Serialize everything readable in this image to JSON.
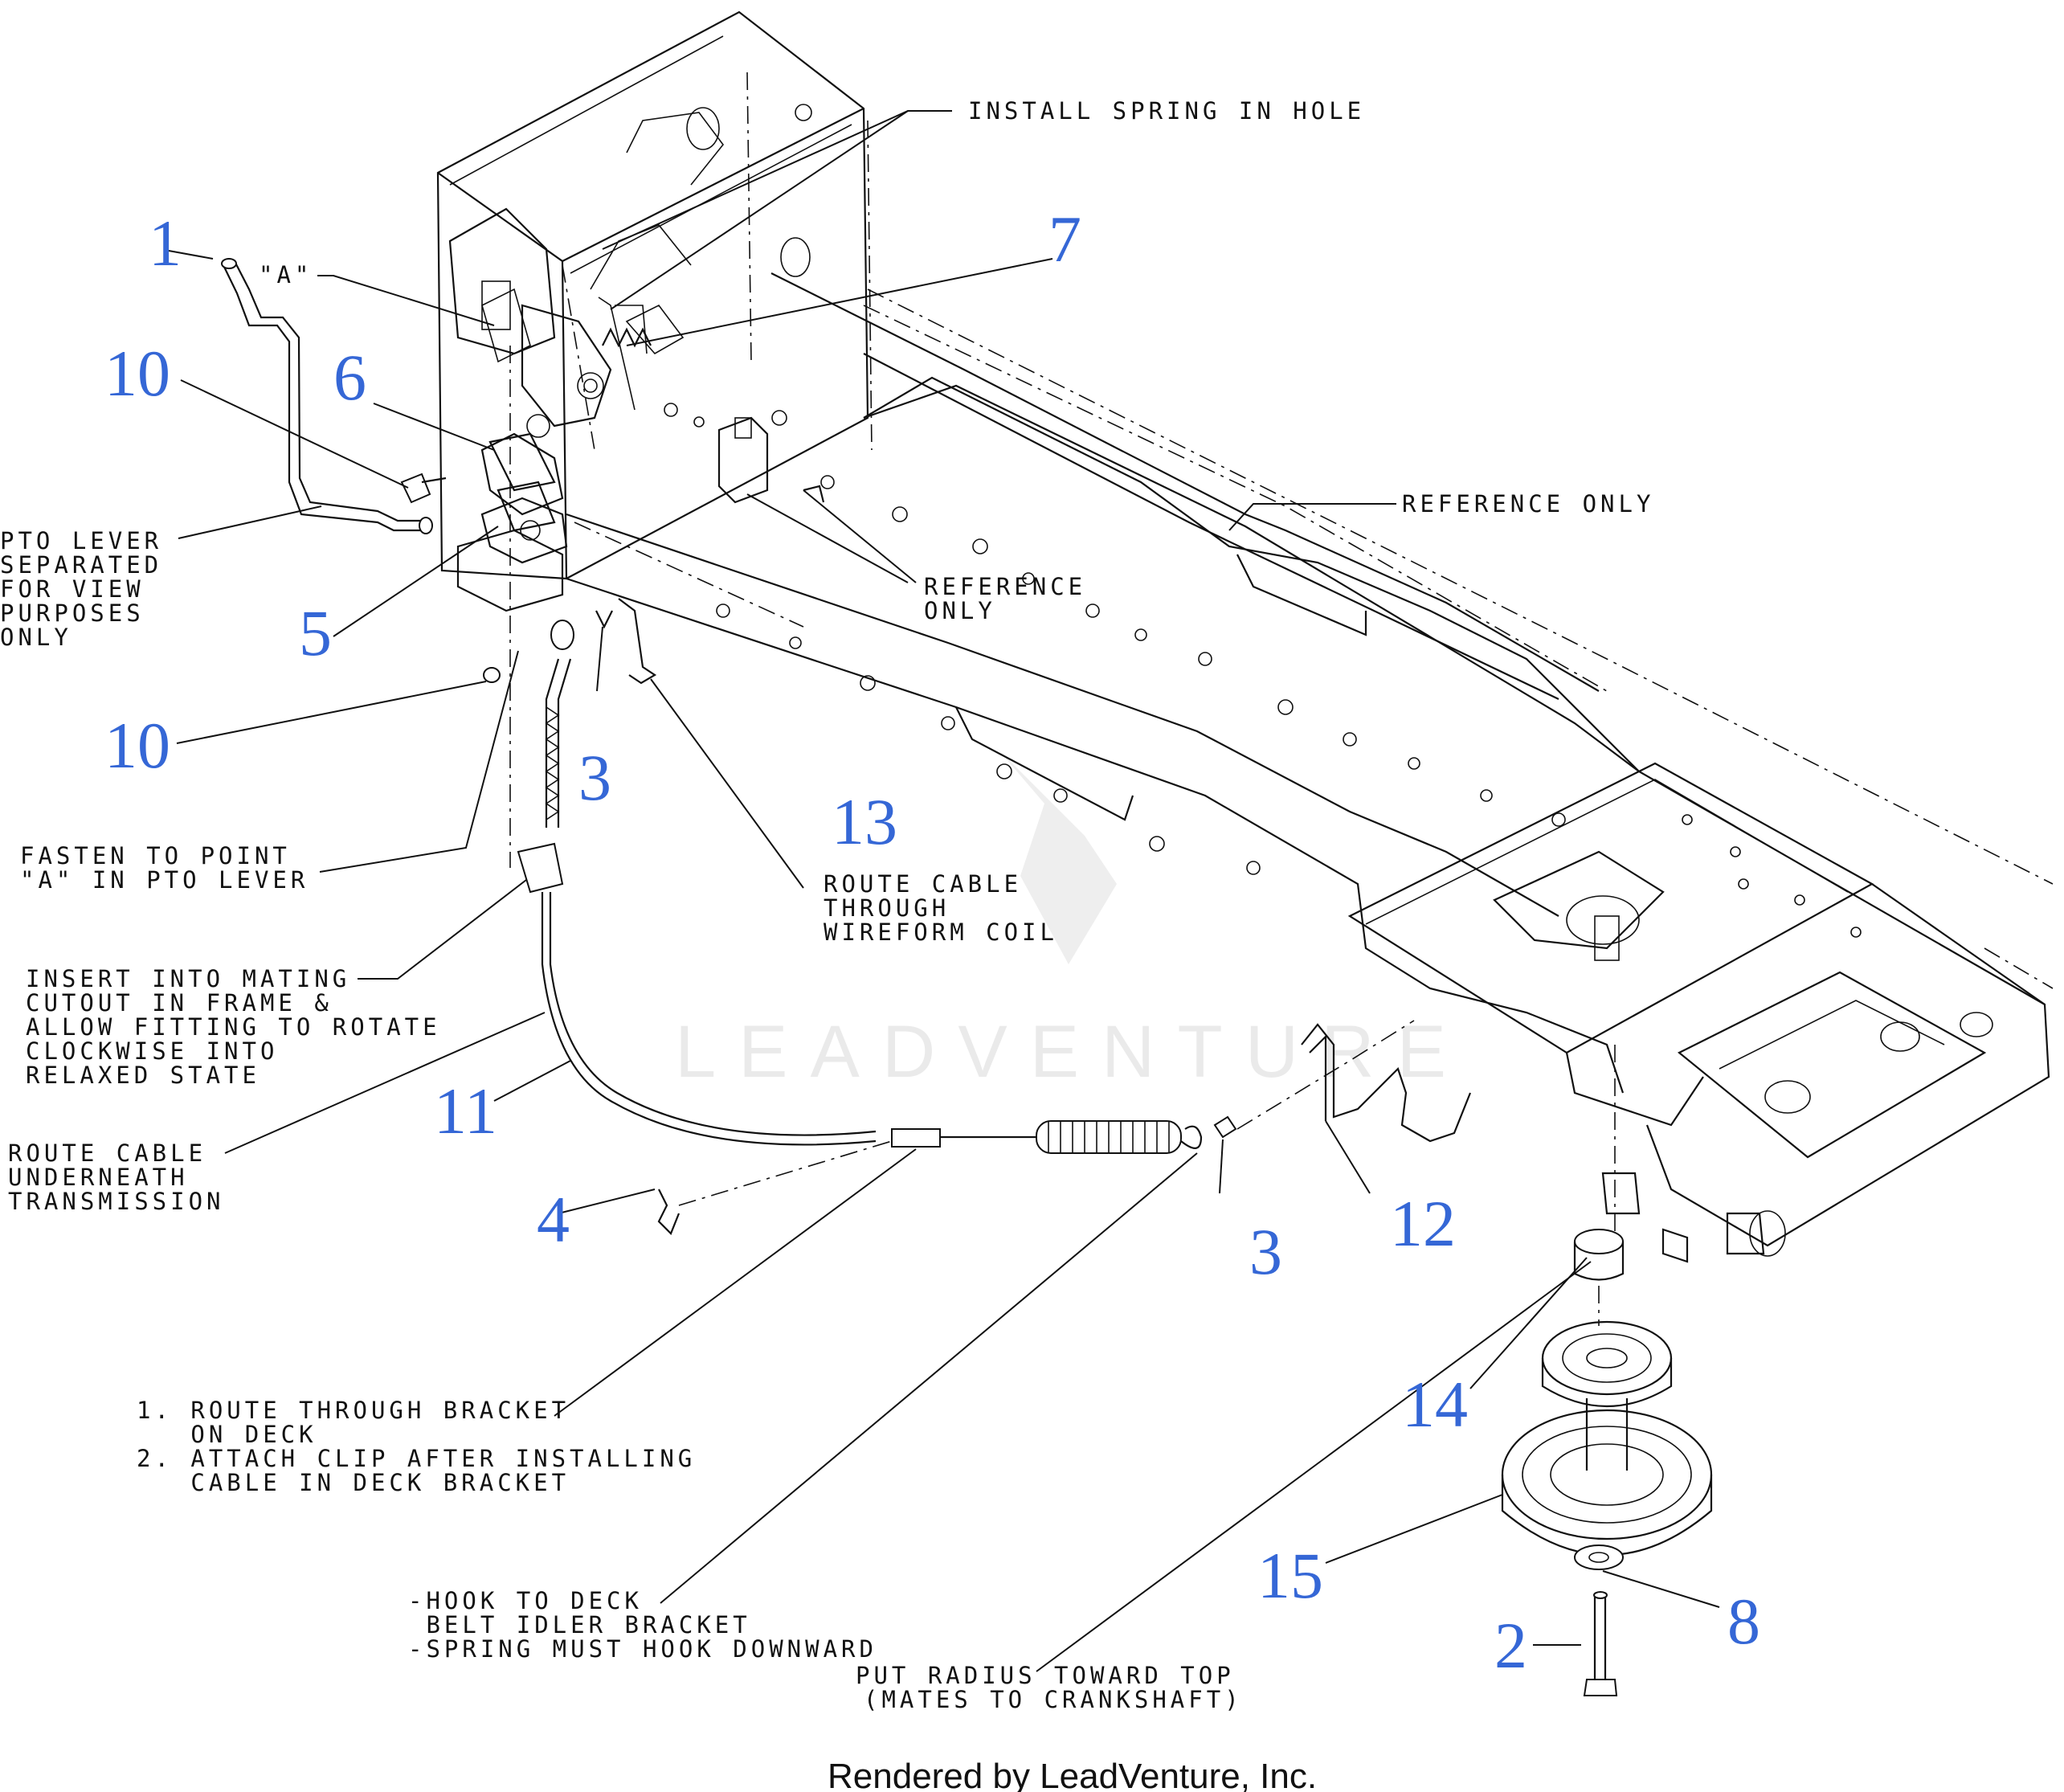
{
  "callouts": {
    "n1": "1",
    "n2": "2",
    "n3a": "3",
    "n3b": "3",
    "n4": "4",
    "n5": "5",
    "n6": "6",
    "n7": "7",
    "n8": "8",
    "n10a": "10",
    "n10b": "10",
    "n11": "11",
    "n12": "12",
    "n13": "13",
    "n14": "14",
    "n15": "15"
  },
  "notes": {
    "install_spring": "INSTALL SPRING IN HOLE",
    "reference_only_top": "REFERENCE ONLY",
    "reference_only_mid_1": "REFERENCE",
    "reference_only_mid_2": "ONLY",
    "point_a": "\"A\"",
    "pto_lever": [
      "PTO LEVER",
      "SEPARATED",
      "FOR VIEW",
      "PURPOSES",
      "ONLY"
    ],
    "fasten": [
      "FASTEN TO POINT",
      "\"A\" IN PTO LEVER"
    ],
    "route_wireform": [
      "ROUTE CABLE",
      "THROUGH",
      "WIREFORM COIL"
    ],
    "insert": [
      "INSERT INTO MATING",
      "CUTOUT IN FRAME &",
      "ALLOW FITTING TO ROTATE",
      "CLOCKWISE INTO",
      "RELAXED STATE"
    ],
    "route_underneath": [
      "ROUTE CABLE",
      "UNDERNEATH",
      "TRANSMISSION"
    ],
    "route_bracket": [
      "1. ROUTE THROUGH BRACKET",
      "   ON DECK",
      "2. ATTACH CLIP AFTER INSTALLING",
      "   CABLE IN DECK BRACKET"
    ],
    "hook": [
      "-HOOK TO DECK",
      " BELT IDLER BRACKET",
      "-SPRING MUST HOOK DOWNWARD"
    ],
    "radius": [
      "PUT RADIUS TOWARD TOP",
      "(MATES TO CRANKSHAFT)"
    ]
  },
  "watermark": "LEADVENTURE",
  "footer": "Rendered by LeadVenture, Inc."
}
